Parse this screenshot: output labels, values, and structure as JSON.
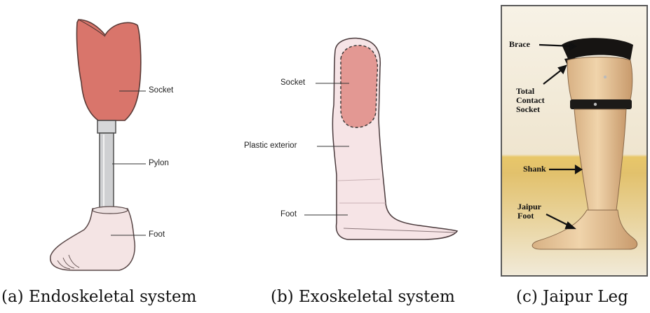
{
  "panels": [
    {
      "caption": "(a) Endoskeletal system",
      "labels": {
        "socket": "Socket",
        "pylon": "Pylon",
        "foot": "Foot"
      }
    },
    {
      "caption": "(b) Exoskeletal system",
      "labels": {
        "socket": "Socket",
        "exterior": "Plastic exterior",
        "foot": "Foot"
      }
    },
    {
      "caption": "(c) Jaipur Leg",
      "labels": {
        "brace": "Brace",
        "socket_l1": "Total",
        "socket_l2": "Contact",
        "socket_l3": "Socket",
        "shank": "Shank",
        "foot_l1": "Jaipur",
        "foot_l2": "Foot"
      }
    }
  ],
  "colors": {
    "socket_fill": "#d9756b",
    "exo_socket_fill": "#e39893",
    "exo_exterior_fill": "#f6e4e6",
    "foot_fill": "#f4e4e4",
    "pylon_fill": "#cfd0d2",
    "photo_bg": "#f2ead8",
    "brace_color": "#161412",
    "leg_skin": "#e9c89e"
  }
}
